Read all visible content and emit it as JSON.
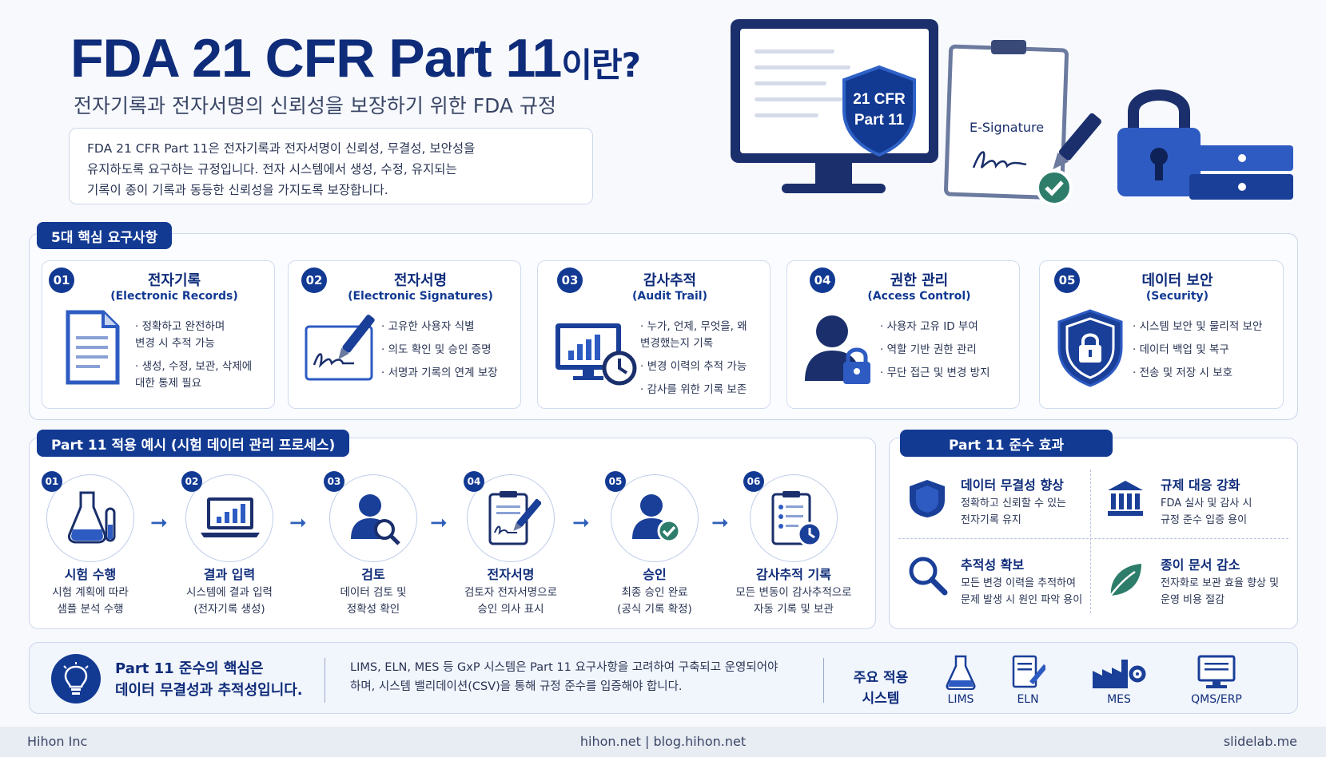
{
  "header": {
    "title_main": "FDA 21 CFR Part 11",
    "title_suffix": "이란?",
    "subtitle": "전자기록과 전자서명의 신뢰성을 보장하기 위한 FDA 규정",
    "intro": [
      "FDA 21 CFR Part 11은 전자기록과 전자서명이 신뢰성, 무결성, 보안성을",
      "유지하도록 요구하는 규정입니다. 전자 시스템에서 생성, 수정, 유지되는",
      "기록이 종이 기록과 동등한 신뢰성을 가지도록 보장합니다."
    ]
  },
  "hero": {
    "shield_line1": "21 CFR",
    "shield_line2": "Part 11",
    "clipboard_label": "E-Signature"
  },
  "requirements": {
    "title": "5대 핵심 요구사항",
    "items": [
      {
        "num": "01",
        "title": "전자기록",
        "sub": "(Electronic Records)",
        "icon": "document-icon",
        "bullets": [
          [
            "· 정확하고 완전하며",
            "  변경 시 추적 가능"
          ],
          [
            "· 생성, 수정, 보관, 삭제에",
            "  대한 통제 필요"
          ]
        ]
      },
      {
        "num": "02",
        "title": "전자서명",
        "sub": "(Electronic Signatures)",
        "icon": "signature-pen-icon",
        "bullets": [
          [
            "· 고유한 사용자 식별"
          ],
          [
            "· 의도 확인 및 승인 증명"
          ],
          [
            "· 서명과 기록의 연계 보장"
          ]
        ]
      },
      {
        "num": "03",
        "title": "감사추적",
        "sub": "(Audit Trail)",
        "icon": "monitor-clock-icon",
        "bullets": [
          [
            "· 누가, 언제, 무엇을, 왜",
            "  변경했는지 기록"
          ],
          [
            "· 변경 이력의 추적 가능"
          ],
          [
            "· 감사를 위한 기록 보존"
          ]
        ]
      },
      {
        "num": "04",
        "title": "권한 관리",
        "sub": "(Access Control)",
        "icon": "user-lock-icon",
        "bullets": [
          [
            "· 사용자 고유 ID 부여"
          ],
          [
            "· 역할 기반 권한 관리"
          ],
          [
            "· 무단 접근 및 변경 방지"
          ]
        ]
      },
      {
        "num": "05",
        "title": "데이터 보안",
        "sub": "(Security)",
        "icon": "shield-lock-icon",
        "bullets": [
          [
            "· 시스템 보안 및 물리적 보안"
          ],
          [
            "· 데이터 백업 및 복구"
          ],
          [
            "· 전송 및 저장 시 보호"
          ]
        ]
      }
    ]
  },
  "process": {
    "title": "Part 11 적용 예시 (시험 데이터 관리 프로세스)",
    "steps": [
      {
        "num": "01",
        "title": "시험 수행",
        "desc": [
          "시험 계획에 따라",
          "샘플 분석 수행"
        ],
        "icon": "lab-flask-icon"
      },
      {
        "num": "02",
        "title": "결과 입력",
        "desc": [
          "시스템에 결과 입력",
          "(전자기록 생성)"
        ],
        "icon": "laptop-chart-icon"
      },
      {
        "num": "03",
        "title": "검토",
        "desc": [
          "데이터 검토 및",
          "정확성 확인"
        ],
        "icon": "user-search-icon"
      },
      {
        "num": "04",
        "title": "전자서명",
        "desc": [
          "검토자 전자서명으로",
          "승인 의사 표시"
        ],
        "icon": "clipboard-sign-icon"
      },
      {
        "num": "05",
        "title": "승인",
        "desc": [
          "최종 승인 완료",
          "(공식 기록 확정)"
        ],
        "icon": "user-check-icon"
      },
      {
        "num": "06",
        "title": "감사추적 기록",
        "desc": [
          "모든 변동이 감사추적으로",
          "자동 기록 및 보관"
        ],
        "icon": "clipboard-clock-icon"
      }
    ]
  },
  "effects": {
    "title": "Part 11 준수 효과",
    "items": [
      {
        "title": "데이터 무결성 향상",
        "desc": [
          "정확하고 신뢰할 수 있는",
          "전자기록 유지"
        ],
        "icon": "shield-icon"
      },
      {
        "title": "규제 대응 강화",
        "desc": [
          "FDA 실사 및 감사 시",
          "규정 준수 입증 용이"
        ],
        "icon": "institution-icon"
      },
      {
        "title": "추적성 확보",
        "desc": [
          "모든 변경 이력을 추적하여",
          "문제 발생 시 원인 파악 용이"
        ],
        "icon": "magnifier-icon"
      },
      {
        "title": "종이 문서 감소",
        "desc": [
          "전자화로 보관 효율 향상 및",
          "운영 비용 절감"
        ],
        "icon": "leaf-icon"
      }
    ]
  },
  "banner": {
    "key": [
      "Part 11 준수의 핵심은",
      "데이터 무결성과 추적성입니다."
    ],
    "text": [
      "LIMS, ELN, MES 등 GxP 시스템은 Part 11 요구사항을 고려하여 구축되고 운영되어야",
      "하며, 시스템 밸리데이션(CSV)을 통해 규정 준수를 입증해야 합니다."
    ],
    "systems_label": [
      "주요 적용",
      "시스템"
    ],
    "systems": [
      "LIMS",
      "ELN",
      "MES",
      "QMS/ERP"
    ]
  },
  "footer": {
    "left": "Hihon Inc",
    "center": "hihon.net   |   blog.hihon.net",
    "right": "slidelab.me"
  },
  "colors": {
    "navy": "#0f2c7a",
    "accent": "#123a93",
    "green": "#2e7d6b"
  }
}
